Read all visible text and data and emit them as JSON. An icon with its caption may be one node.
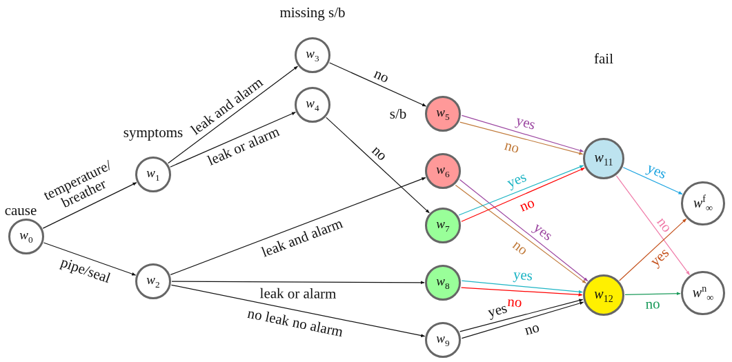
{
  "diagram": {
    "nodes": [
      {
        "text": [
          "*w*$_{0}$"
        ]
      },
      {
        "text": [
          "*w*$_{1}$"
        ]
      },
      {
        "text": [
          "*w*$_{2}$"
        ]
      },
      {
        "text": [
          "*w*$_{3}$"
        ]
      },
      {
        "text": [
          "*w*$_{4}$"
        ]
      },
      {
        "text": [
          "*w*$_{5}$"
        ]
      },
      {
        "text": [
          "*w*$_{6}$"
        ]
      },
      {
        "text": [
          "*w*$_{7}$"
        ]
      },
      {
        "text": [
          "*w*$_{8}$"
        ]
      },
      {
        "text": [
          "*w*$_{9}$"
        ]
      },
      {
        "text": [
          "*w*$_{11}$"
        ]
      },
      {
        "text": [
          "*w*$_{12}$"
        ]
      },
      {
        "text": [
          "*w*$^{f}$$_{∞}$"
        ]
      },
      {
        "text": [
          "*w*$^{n}$$_{∞}$"
        ]
      }
    ],
    "edges": [
      {
        "from": 0,
        "to": 1,
        "arrow": "to",
        "label": "temperature/ breather"
      },
      {
        "from": 0,
        "to": 2,
        "arrow": "to",
        "label": "pipe/seal"
      },
      {
        "from": 1,
        "to": 3,
        "arrow": "to",
        "label": "leak and alarm"
      },
      {
        "from": 1,
        "to": 4,
        "arrow": "to",
        "label": "leak or alarm"
      },
      {
        "from": 3,
        "to": 5,
        "arrow": "to",
        "label": "no"
      },
      {
        "from": 4,
        "to": 7,
        "arrow": "to",
        "label": "no"
      },
      {
        "from": 2,
        "to": 6,
        "arrow": "to",
        "label": "leak and alarm"
      },
      {
        "from": 2,
        "to": 8,
        "arrow": "to",
        "label": "leak or alarm"
      },
      {
        "from": 2,
        "to": 9,
        "arrow": "to",
        "label": "no leak no alarm"
      },
      {
        "from": 5,
        "to": 10,
        "arrow": "to",
        "label": "yes",
        "color": "#9b45a0"
      },
      {
        "from": 5,
        "to": 10,
        "arrow": "to",
        "label": "no",
        "color": "#c07a3a"
      },
      {
        "from": 6,
        "to": 11,
        "arrow": "to",
        "label": "yes",
        "color": "#9b45a0"
      },
      {
        "from": 6,
        "to": 11,
        "arrow": "to",
        "label": "no",
        "color": "#c07a3a"
      },
      {
        "from": 7,
        "to": 10,
        "arrow": "to",
        "label": "yes",
        "color": "#1cb4c4"
      },
      {
        "from": 7,
        "to": 10,
        "arrow": "to",
        "label": "no",
        "color": "#ff0000"
      },
      {
        "from": 8,
        "to": 11,
        "arrow": "to",
        "label": "yes",
        "color": "#1cb4c4"
      },
      {
        "from": 8,
        "to": 11,
        "arrow": "to",
        "label": "no",
        "color": "#ff0000"
      },
      {
        "from": 9,
        "to": 11,
        "arrow": "to",
        "label": "yes"
      },
      {
        "from": 9,
        "to": 11,
        "arrow": "to",
        "label": "no"
      },
      {
        "from": 10,
        "to": 12,
        "arrow": "to",
        "label": "yes",
        "color": "#1aa3e0"
      },
      {
        "from": 10,
        "to": 13,
        "arrow": "to",
        "label": "no",
        "color": "#f07aa8"
      },
      {
        "from": 11,
        "to": 12,
        "arrow": "to",
        "label": "yes",
        "color": "#c4501a"
      },
      {
        "from": 11,
        "to": 13,
        "arrow": "to",
        "label": "no",
        "color": "#1a9a5a"
      }
    ],
    "labels": [
      "missing s/b",
      "fail",
      "s/b",
      "symptoms",
      "cause"
    ]
  }
}
